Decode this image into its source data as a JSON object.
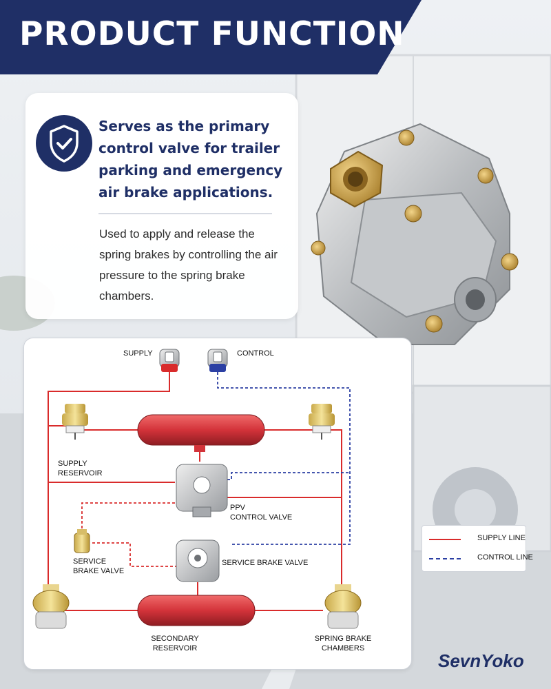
{
  "banner": {
    "title": "PRODUCT FUNCTION"
  },
  "card": {
    "icon": "shield-check-icon",
    "headline": "Serves as the primary control valve for trailer parking and emergency air brake applications.",
    "description": "Used to apply and release the spring brakes by controlling the air pressure to the spring brake chambers."
  },
  "diagram": {
    "labels": {
      "supply": "SUPPLY",
      "control": "CONTROL",
      "supply_reservoir_1": "SUPPLY",
      "supply_reservoir_2": "RESERVOIR",
      "ppv_1": "PPV",
      "ppv_2": "CONTROL VALVE",
      "service_brake_valve_left_1": "SERVICE",
      "service_brake_valve_left_2": "BRAKE VALVE",
      "service_brake_valve": "SERVICE BRAKE VALVE",
      "secondary_reservoir_1": "SECONDARY",
      "secondary_reservoir_2": "RESERVOIR",
      "spring_brake_chambers_1": "SPRING BRAKE",
      "spring_brake_chambers_2": "CHAMBERS"
    }
  },
  "legend": {
    "supply_line": "SUPPLY LINE",
    "control_line": "CONTROL LINE"
  },
  "colors": {
    "navy": "#1f2f66",
    "supply_line": "#d92b2b",
    "control_line": "#2b3fa3",
    "reservoir": "#d3333a",
    "chamber": "#e8d27a"
  },
  "brand": "SevnYoko"
}
